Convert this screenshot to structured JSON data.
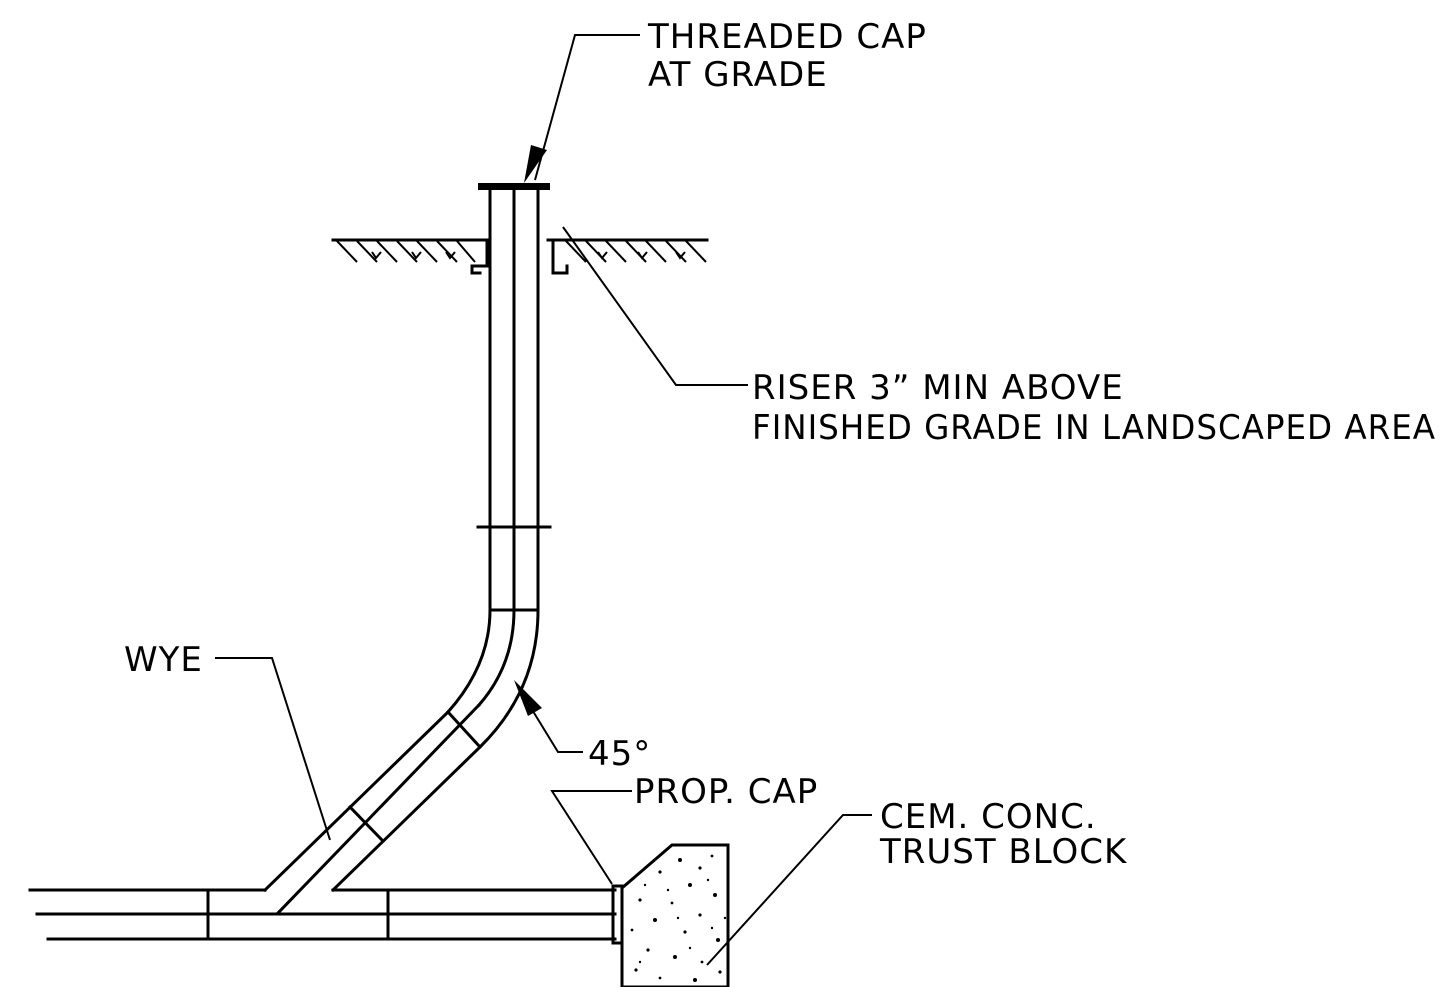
{
  "labels": {
    "threaded_cap_line1": "THREADED CAP",
    "threaded_cap_line2": "AT GRADE",
    "riser_line1": "RISER 3” MIN ABOVE",
    "riser_line2": "FINISHED GRADE IN LANDSCAPED AREA",
    "wye": "WYE",
    "angle": "45°",
    "prop_cap": "PROP. CAP",
    "thrust_block_line1": "CEM. CONC.",
    "thrust_block_line2": "TRUST BLOCK"
  }
}
